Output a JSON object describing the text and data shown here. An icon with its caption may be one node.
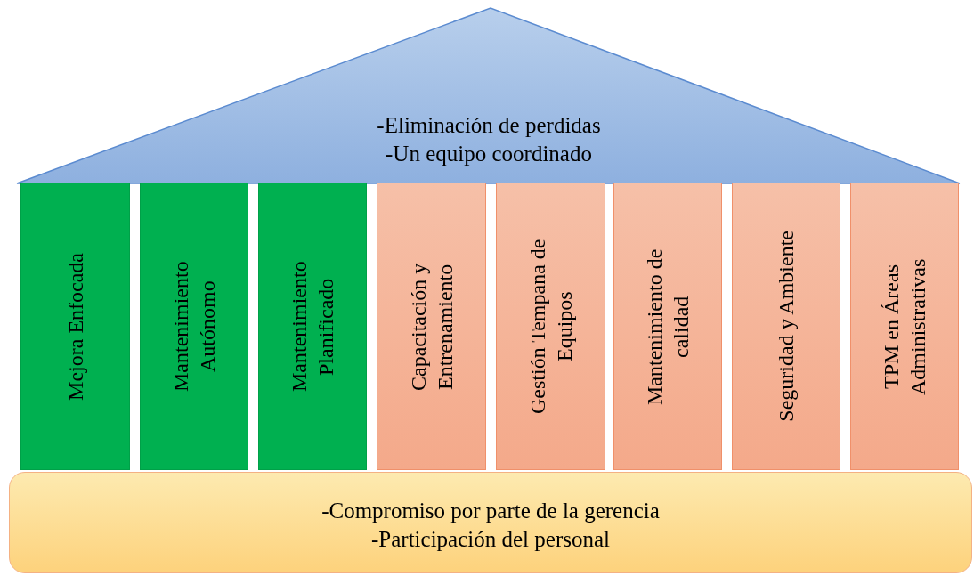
{
  "diagram": {
    "nodes": [
      {
        "text": [
          "-Eliminación de perdidas",
          "-Un equipo coordinado"
        ]
      },
      {
        "text": [
          "Mejora Enfocada"
        ]
      },
      {
        "text": [
          "Mantenimiento Autónomo"
        ]
      },
      {
        "text": [
          "Mantenimiento Planificado"
        ]
      },
      {
        "text": [
          "Capacitación y Entrenamiento"
        ]
      },
      {
        "text": [
          "Gestión Tempana de Equipos"
        ]
      },
      {
        "text": [
          "Mantenimiento de calidad"
        ]
      },
      {
        "text": [
          "Seguridad y Ambiente"
        ]
      },
      {
        "text": [
          "TPM en Áreas Administrativas"
        ]
      },
      {
        "text": [
          "-Compromiso por parte de la gerencia",
          "-Participación del personal"
        ]
      }
    ],
    "edges": []
  }
}
